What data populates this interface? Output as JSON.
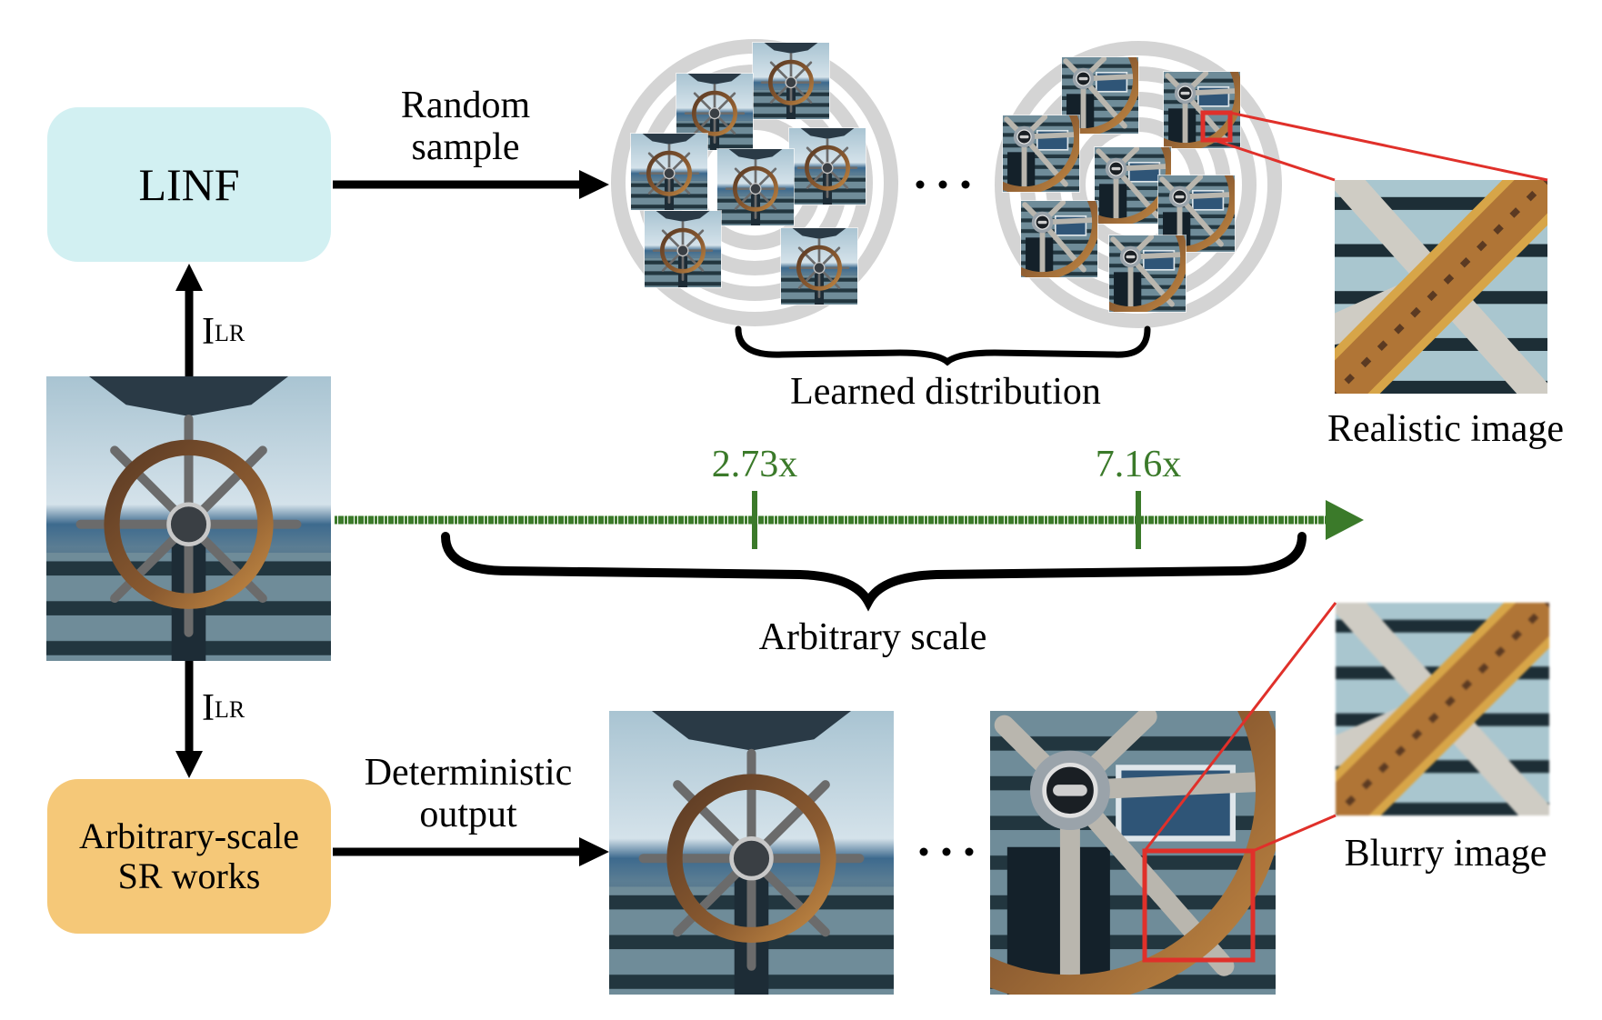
{
  "diagram": {
    "nodes": {
      "linf": {
        "label": "LINF",
        "color": "#d2f0f2"
      },
      "sr_works": {
        "label_line1": "Arbitrary-scale",
        "label_line2": "SR works",
        "color": "#f5c878"
      },
      "input_image": {
        "description": "low-resolution ship wheel photo"
      }
    },
    "edges": {
      "input_to_linf": {
        "label_main": "I",
        "label_sup": "LR"
      },
      "input_to_sr": {
        "label_main": "I",
        "label_sup": "LR"
      },
      "linf_to_samples": {
        "label_line1": "Random",
        "label_line2": "sample"
      },
      "sr_to_outputs": {
        "label_line1": "Deterministic",
        "label_line2": "output"
      }
    },
    "top_row": {
      "ellipsis": "• • •",
      "clusters": [
        {
          "name": "low-scale samples",
          "thumbnail_count": 7,
          "view": "full-wheel"
        },
        {
          "name": "high-scale samples",
          "thumbnail_count": 7,
          "view": "zoomed-wheel"
        }
      ],
      "brace_label": "Learned distribution",
      "zoom_label": "Realistic image"
    },
    "scale_axis": {
      "ticks": [
        {
          "label": "2.73x",
          "value": 2.73
        },
        {
          "label": "7.16x",
          "value": 7.16
        }
      ],
      "brace_label": "Arbitrary scale",
      "color": "#3b7a2a"
    },
    "bottom_row": {
      "ellipsis": "• • •",
      "zoom_label": "Blurry image"
    },
    "highlight_color": "#e0302a",
    "ring_color": "#d4d4d4"
  }
}
